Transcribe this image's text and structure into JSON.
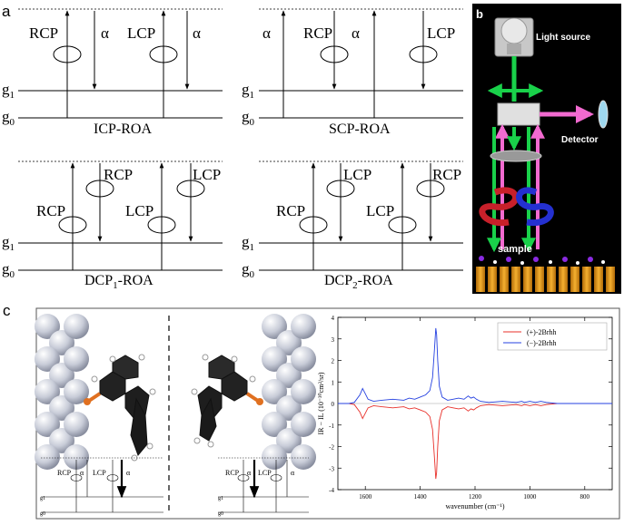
{
  "panels": {
    "a": {
      "label": "a"
    },
    "b": {
      "label": "b"
    },
    "c": {
      "label": "c"
    }
  },
  "roa": {
    "icp": {
      "caption": "ICP-ROA",
      "beams": [
        "RCP",
        "α",
        "LCP",
        "α"
      ]
    },
    "scp": {
      "caption": "SCP-ROA",
      "beams": [
        "α",
        "RCP",
        "α",
        "LCP"
      ]
    },
    "dcp1": {
      "caption_main": "DCP",
      "caption_sub": "1",
      "caption_suffix": "-ROA",
      "beams": [
        "RCP",
        "RCP",
        "LCP",
        "LCP"
      ]
    },
    "dcp2": {
      "caption_main": "DCP",
      "caption_sub": "2",
      "caption_suffix": "-ROA",
      "beams": [
        "RCP",
        "LCP",
        "LCP",
        "RCP"
      ]
    },
    "levels": {
      "g": "g",
      "one": "1",
      "zero": "0"
    }
  },
  "setup": {
    "light_source": "Light source",
    "detector": "Detector",
    "sample": "sample",
    "background": "#000000",
    "green": "#19d14a",
    "pink": "#f26ad0",
    "red_helix": "#c8202a",
    "blue_helix": "#2430d0",
    "gold": "#f0a020"
  },
  "molecule_insets": {
    "left_beams": [
      "RCP",
      "α",
      "LCP",
      "α"
    ],
    "right_beams": [
      "RCP",
      "α",
      "LCP",
      "α"
    ],
    "g1": "g1",
    "g0": "g0"
  },
  "chart_data": {
    "type": "line",
    "xlabel_main": "wavenumber",
    "xlabel_unit": "(cm⁻¹)",
    "ylabel_main": "I",
    "ylabel": "IR − IL (10⁻³⁰cm²/sr)",
    "xlim": [
      1700,
      700
    ],
    "ylim": [
      -4,
      4
    ],
    "xticks": [
      1600,
      1400,
      1200,
      1000,
      800
    ],
    "yticks": [
      4,
      3,
      2,
      1,
      0,
      -1,
      -2,
      -3,
      -4
    ],
    "legend": "top-right",
    "series": [
      {
        "name": "(+)-2Brhh",
        "color": "#e8302a",
        "x": [
          1700,
          1660,
          1640,
          1620,
          1610,
          1600,
          1590,
          1570,
          1540,
          1500,
          1460,
          1440,
          1420,
          1400,
          1380,
          1365,
          1355,
          1348,
          1343,
          1340,
          1336,
          1330,
          1320,
          1300,
          1280,
          1260,
          1240,
          1225,
          1215,
          1205,
          1195,
          1180,
          1150,
          1100,
          1050,
          1030,
          1020,
          1000,
          980,
          960,
          940,
          900,
          850,
          800,
          750,
          700
        ],
        "y": [
          0,
          0,
          -0.05,
          -0.4,
          -0.7,
          -0.45,
          -0.2,
          -0.1,
          -0.15,
          -0.2,
          -0.15,
          -0.25,
          -0.2,
          -0.3,
          -0.4,
          -0.6,
          -1.2,
          -2.5,
          -3.5,
          -3.2,
          -2.0,
          -0.8,
          -0.3,
          -0.15,
          -0.2,
          -0.25,
          -0.2,
          -0.35,
          -0.25,
          -0.3,
          -0.2,
          -0.1,
          -0.05,
          -0.1,
          -0.05,
          -0.1,
          -0.05,
          -0.1,
          -0.05,
          -0.1,
          -0.05,
          0,
          0,
          0,
          0,
          0
        ]
      },
      {
        "name": "(−)-2Brhh",
        "color": "#2440e0",
        "x": [
          1700,
          1660,
          1640,
          1620,
          1610,
          1600,
          1590,
          1570,
          1540,
          1500,
          1460,
          1440,
          1420,
          1400,
          1380,
          1365,
          1355,
          1348,
          1343,
          1340,
          1336,
          1330,
          1320,
          1300,
          1280,
          1260,
          1240,
          1225,
          1215,
          1205,
          1195,
          1180,
          1150,
          1100,
          1050,
          1030,
          1020,
          1000,
          980,
          960,
          940,
          900,
          850,
          800,
          750,
          700
        ],
        "y": [
          0,
          0,
          0.05,
          0.4,
          0.7,
          0.45,
          0.2,
          0.1,
          0.15,
          0.2,
          0.15,
          0.25,
          0.2,
          0.3,
          0.4,
          0.6,
          1.2,
          2.5,
          3.5,
          3.2,
          2.0,
          0.8,
          0.3,
          0.15,
          0.2,
          0.25,
          0.2,
          0.35,
          0.25,
          0.3,
          0.2,
          0.1,
          0.05,
          0.1,
          0.05,
          0.1,
          0.05,
          0.1,
          0.05,
          0.1,
          0.05,
          0,
          0,
          0,
          0,
          0
        ]
      }
    ]
  }
}
